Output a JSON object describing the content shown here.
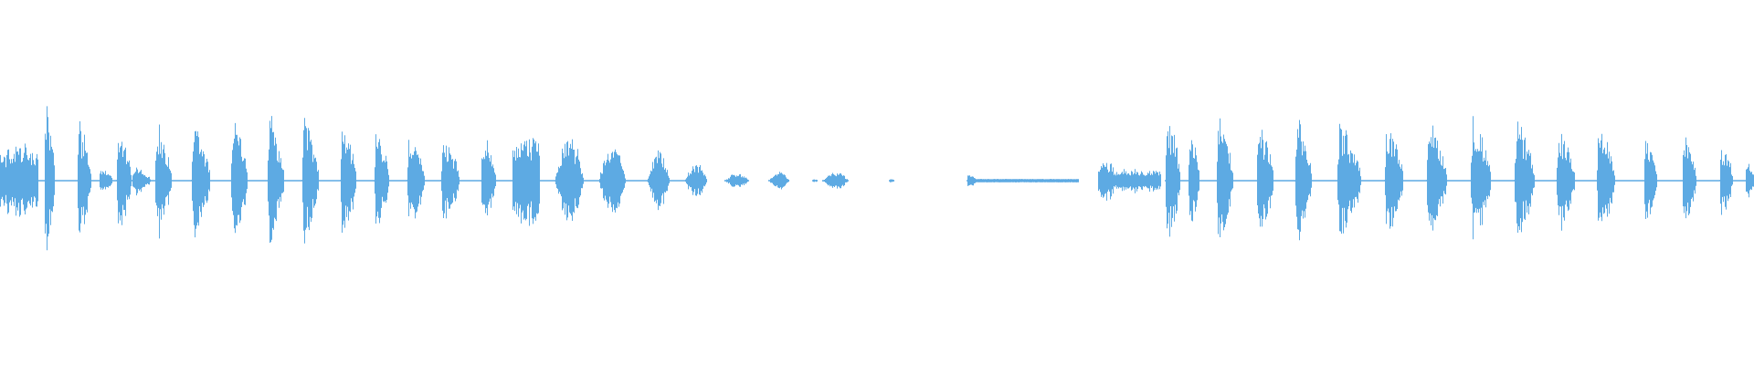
{
  "waveform": {
    "color": "#5DAAE3",
    "background": "#FFFFFF",
    "amplitude_scale": 0.215,
    "segments": [
      {
        "start": 0.0,
        "end": 0.022,
        "amp": 0.45,
        "shape": "noise"
      },
      {
        "start": 0.025,
        "end": 0.031,
        "amp": 0.98,
        "shape": "burst"
      },
      {
        "start": 0.044,
        "end": 0.052,
        "amp": 0.8,
        "shape": "burst"
      },
      {
        "start": 0.056,
        "end": 0.064,
        "amp": 0.2,
        "shape": "burst"
      },
      {
        "start": 0.066,
        "end": 0.075,
        "amp": 0.72,
        "shape": "burst"
      },
      {
        "start": 0.075,
        "end": 0.086,
        "amp": 0.2,
        "shape": "burst"
      },
      {
        "start": 0.088,
        "end": 0.098,
        "amp": 0.8,
        "shape": "burst"
      },
      {
        "start": 0.109,
        "end": 0.12,
        "amp": 0.78,
        "shape": "burst"
      },
      {
        "start": 0.131,
        "end": 0.141,
        "amp": 0.85,
        "shape": "burst"
      },
      {
        "start": 0.152,
        "end": 0.162,
        "amp": 0.87,
        "shape": "burst"
      },
      {
        "start": 0.172,
        "end": 0.182,
        "amp": 0.8,
        "shape": "burst"
      },
      {
        "start": 0.194,
        "end": 0.203,
        "amp": 0.78,
        "shape": "burst"
      },
      {
        "start": 0.213,
        "end": 0.222,
        "amp": 0.68,
        "shape": "burst"
      },
      {
        "start": 0.232,
        "end": 0.242,
        "amp": 0.6,
        "shape": "burst"
      },
      {
        "start": 0.251,
        "end": 0.262,
        "amp": 0.58,
        "shape": "burst"
      },
      {
        "start": 0.274,
        "end": 0.283,
        "amp": 0.62,
        "shape": "burst"
      },
      {
        "start": 0.292,
        "end": 0.308,
        "amp": 0.58,
        "shape": "noise"
      },
      {
        "start": 0.316,
        "end": 0.333,
        "amp": 0.62,
        "shape": "swell"
      },
      {
        "start": 0.341,
        "end": 0.357,
        "amp": 0.48,
        "shape": "swell"
      },
      {
        "start": 0.369,
        "end": 0.382,
        "amp": 0.37,
        "shape": "swell"
      },
      {
        "start": 0.39,
        "end": 0.403,
        "amp": 0.22,
        "shape": "swell"
      },
      {
        "start": 0.413,
        "end": 0.427,
        "amp": 0.1,
        "shape": "swell"
      },
      {
        "start": 0.438,
        "end": 0.45,
        "amp": 0.12,
        "shape": "swell"
      },
      {
        "start": 0.463,
        "end": 0.466,
        "amp": 0.03,
        "shape": "burst"
      },
      {
        "start": 0.469,
        "end": 0.484,
        "amp": 0.12,
        "shape": "swell"
      },
      {
        "start": 0.507,
        "end": 0.51,
        "amp": 0.03,
        "shape": "burst"
      },
      {
        "start": 0.551,
        "end": 0.557,
        "amp": 0.1,
        "shape": "burst"
      },
      {
        "start": 0.556,
        "end": 0.615,
        "amp": 0.02,
        "shape": "flat"
      },
      {
        "start": 0.626,
        "end": 0.635,
        "amp": 0.25,
        "shape": "noise"
      },
      {
        "start": 0.635,
        "end": 0.662,
        "amp": 0.15,
        "shape": "noise"
      },
      {
        "start": 0.664,
        "end": 0.673,
        "amp": 0.92,
        "shape": "burst"
      },
      {
        "start": 0.677,
        "end": 0.684,
        "amp": 0.7,
        "shape": "burst"
      },
      {
        "start": 0.693,
        "end": 0.703,
        "amp": 0.83,
        "shape": "burst"
      },
      {
        "start": 0.716,
        "end": 0.726,
        "amp": 0.8,
        "shape": "burst"
      },
      {
        "start": 0.738,
        "end": 0.748,
        "amp": 0.8,
        "shape": "burst"
      },
      {
        "start": 0.762,
        "end": 0.776,
        "amp": 0.78,
        "shape": "burst"
      },
      {
        "start": 0.789,
        "end": 0.8,
        "amp": 0.78,
        "shape": "burst"
      },
      {
        "start": 0.813,
        "end": 0.825,
        "amp": 0.8,
        "shape": "burst"
      },
      {
        "start": 0.838,
        "end": 0.85,
        "amp": 0.82,
        "shape": "burst"
      },
      {
        "start": 0.863,
        "end": 0.875,
        "amp": 0.78,
        "shape": "burst"
      },
      {
        "start": 0.887,
        "end": 0.898,
        "amp": 0.72,
        "shape": "burst"
      },
      {
        "start": 0.91,
        "end": 0.921,
        "amp": 0.72,
        "shape": "burst"
      },
      {
        "start": 0.937,
        "end": 0.945,
        "amp": 0.6,
        "shape": "burst"
      },
      {
        "start": 0.959,
        "end": 0.967,
        "amp": 0.62,
        "shape": "burst"
      },
      {
        "start": 0.98,
        "end": 0.988,
        "amp": 0.5,
        "shape": "burst"
      },
      {
        "start": 0.995,
        "end": 1.0,
        "amp": 0.3,
        "shape": "burst"
      }
    ]
  }
}
